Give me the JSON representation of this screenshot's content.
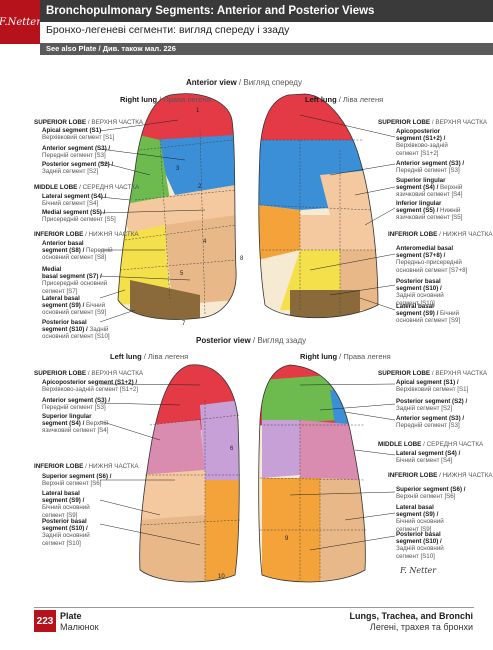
{
  "header": {
    "logo": "F.Netter",
    "title": "Bronchopulmonary Segments: Anterior and Posterior Views",
    "subtitle": "Бронхо-легеневі сегменти: вигляд спереду і ззаду",
    "see_also": "See also Plate / Див. також мал. 226"
  },
  "anterior": {
    "view_title": "Anterior view",
    "view_title_uk": "/ Вигляд спереду",
    "right_lung": "Right lung",
    "right_lung_uk": "/ Права легеня",
    "left_lung": "Left lung",
    "left_lung_uk": "/ Ліва легеня",
    "left_labels": {
      "superior_lobe": "SUPERIOR LOBE",
      "superior_lobe_uk": "/ ВЕРХНЯ ЧАСТКА",
      "apical": "Apical segment (S1)",
      "apical_uk": "Верхівковий сегмент [S1]",
      "anterior": "Anterior segment (S3) /",
      "anterior_uk": "Передній сегмент [S3]",
      "posterior": "Posterior segment (S2) /",
      "posterior_uk": "Задній сегмент [S2]",
      "middle_lobe": "MIDDLE LOBE",
      "middle_lobe_uk": "/ СЕРЕДНЯ ЧАСТКА",
      "lateral": "Lateral segment (S4) /",
      "lateral_uk": "Бічний сегмент [S4]",
      "medial": "Medial segment (S5) /",
      "medial_uk": "Присередній сегмент [S5]",
      "inferior_lobe": "INFERIOR LOBE",
      "inferior_lobe_uk": "/ НИЖНЯ ЧАСТКА",
      "ant_basal_1": "Anterior basal",
      "ant_basal_2": "segment (S8) /",
      "ant_basal_uk1": "Передній",
      "ant_basal_uk2": "основний сегмент [S8]",
      "med_basal_1": "Medial",
      "med_basal_2": "basal segment (S7) /",
      "med_basal_uk1": "Присередній основний",
      "med_basal_uk2": "сегмент [S7]",
      "lat_basal_1": "Lateral basal",
      "lat_basal_2": "segment (S9) /",
      "lat_basal_uk1": "Бічний",
      "lat_basal_uk2": "основний сегмент [S9]",
      "post_basal_1": "Posterior basal",
      "post_basal_2": "segment (S10) /",
      "post_basal_uk1": "Задній",
      "post_basal_uk2": "основний сегмент [S10]"
    },
    "right_labels": {
      "superior_lobe": "SUPERIOR LOBE",
      "superior_lobe_uk": "/ ВЕРХНЯ ЧАСТКА",
      "apicopost_1": "Apicoposterior",
      "apicopost_2": "segment (S1+2) /",
      "apicopost_uk1": "Верхівково-задній",
      "apicopost_uk2": "сегмент [S1+2]",
      "anterior": "Anterior segment (S3) /",
      "anterior_uk": "Передній сегмент [S3]",
      "sup_ling_1": "Superior lingular",
      "sup_ling_2": "segment (S4) /",
      "sup_ling_uk1": "Верхній",
      "sup_ling_uk2": "язичковий сегмент [S4]",
      "inf_ling_1": "Inferior lingular",
      "inf_ling_2": "segment (S5) /",
      "inf_ling_uk1": "Нижній",
      "inf_ling_uk2": "язичковий сегмент [S5]",
      "inferior_lobe": "INFERIOR LOBE",
      "inferior_lobe_uk": "/ НИЖНЯ ЧАСТКА",
      "antmed_1": "Anteromedial basal",
      "antmed_2": "segment (S7+8) /",
      "antmed_uk1": "Передньо-присередній",
      "antmed_uk2": "основний сегмент [S7+8]",
      "post_basal_1": "Posterior basal",
      "post_basal_2": "segment (S10) /",
      "post_basal_uk1": "Задній основний",
      "post_basal_uk2": "сегмент [S10]",
      "lat_basal_1": "Lateral basal",
      "lat_basal_2": "segment (S9) /",
      "lat_basal_uk1": "Бічний",
      "lat_basal_uk2": "основний сегмент [S9]"
    }
  },
  "posterior": {
    "view_title": "Posterior view",
    "view_title_uk": "/ Вигляд ззаду",
    "left_lung": "Left lung",
    "left_lung_uk": "/ Ліва легеня",
    "right_lung": "Right lung",
    "right_lung_uk": "/ Права легеня",
    "left_labels": {
      "superior_lobe": "SUPERIOR LOBE",
      "superior_lobe_uk": "/ ВЕРХНЯ ЧАСТКА",
      "apicopost": "Apicoposterior segment (S1+2) /",
      "apicopost_uk": "Верхівково-задній сегмент [S1+2]",
      "anterior": "Anterior segment (S3) /",
      "anterior_uk": "Передній сегмент [S3]",
      "sup_ling_1": "Superior lingular",
      "sup_ling_2": "segment (S4) /",
      "sup_ling_uk1": "Верхній",
      "sup_ling_uk2": "язичковий сегмент [S4]",
      "inferior_lobe": "INFERIOR LOBE",
      "inferior_lobe_uk": "/ НИЖНЯ ЧАСТКА",
      "superior": "Superior segment (S6) /",
      "superior_uk": "Верхній сегмент [S6]",
      "lat_basal_1": "Lateral basal",
      "lat_basal_2": "segment (S9) /",
      "lat_basal_uk1": "Бічний основний",
      "lat_basal_uk2": "сегмент [S9]",
      "post_basal_1": "Posterior basal",
      "post_basal_2": "segment (S10) /",
      "post_basal_uk1": "Задній основний",
      "post_basal_uk2": "сегмент [S10]"
    },
    "right_labels": {
      "superior_lobe": "SUPERIOR LOBE",
      "superior_lobe_uk": "/ ВЕРХНЯ ЧАСТКА",
      "apical": "Apical segment (S1) /",
      "apical_uk": "Верхівковий сегмент [S1]",
      "posterior": "Posterior segment (S2) /",
      "posterior_uk": "Задній сегмент [S2]",
      "anterior": "Anterior segment (S3) /",
      "anterior_uk": "Передній сегмент [S3]",
      "middle_lobe": "MIDDLE LOBE",
      "middle_lobe_uk": "/ СЕРЕДНЯ ЧАСТКА",
      "lateral": "Lateral segment (S4) /",
      "lateral_uk": "Бічний сегмент [S4]",
      "inferior_lobe": "INFERIOR LOBE",
      "inferior_lobe_uk": "/ НИЖНЯ ЧАСТКА",
      "superior_1": "Superior segment (S6) /",
      "superior_uk": "Верхній сегмент [S6]",
      "lat_basal_1": "Lateral basal",
      "lat_basal_2": "segment (S9) /",
      "lat_basal_uk1": "Бічний основний",
      "lat_basal_uk2": "сегмент [S9]",
      "post_basal_1": "Posterior basal",
      "post_basal_2": "segment (S10) /",
      "post_basal_uk1": "Задній основний",
      "post_basal_uk2": "сегмент [S10]"
    }
  },
  "segment_numbers": [
    "1",
    "2",
    "3",
    "4",
    "5",
    "6",
    "7",
    "8",
    "9",
    "10"
  ],
  "colors": {
    "red": "#e43a45",
    "blue": "#3a8fd6",
    "green": "#6dbb4f",
    "violet": "#c8a0d8",
    "pink": "#d98bb0",
    "orange": "#f3a33a",
    "yellow": "#f4e04a",
    "peach": "#f4c9a0",
    "tan": "#e8b888",
    "cream": "#f7ead2",
    "brown": "#8a6a3a",
    "header_red": "#b5121b"
  },
  "footer": {
    "plate_num": "223",
    "plate": "Plate",
    "plate_uk": "Малюнок",
    "chapter": "Lungs, Trachea, and Bronchi",
    "chapter_uk": "Легені, трахея та бронхи",
    "signature": "F. Netter"
  }
}
